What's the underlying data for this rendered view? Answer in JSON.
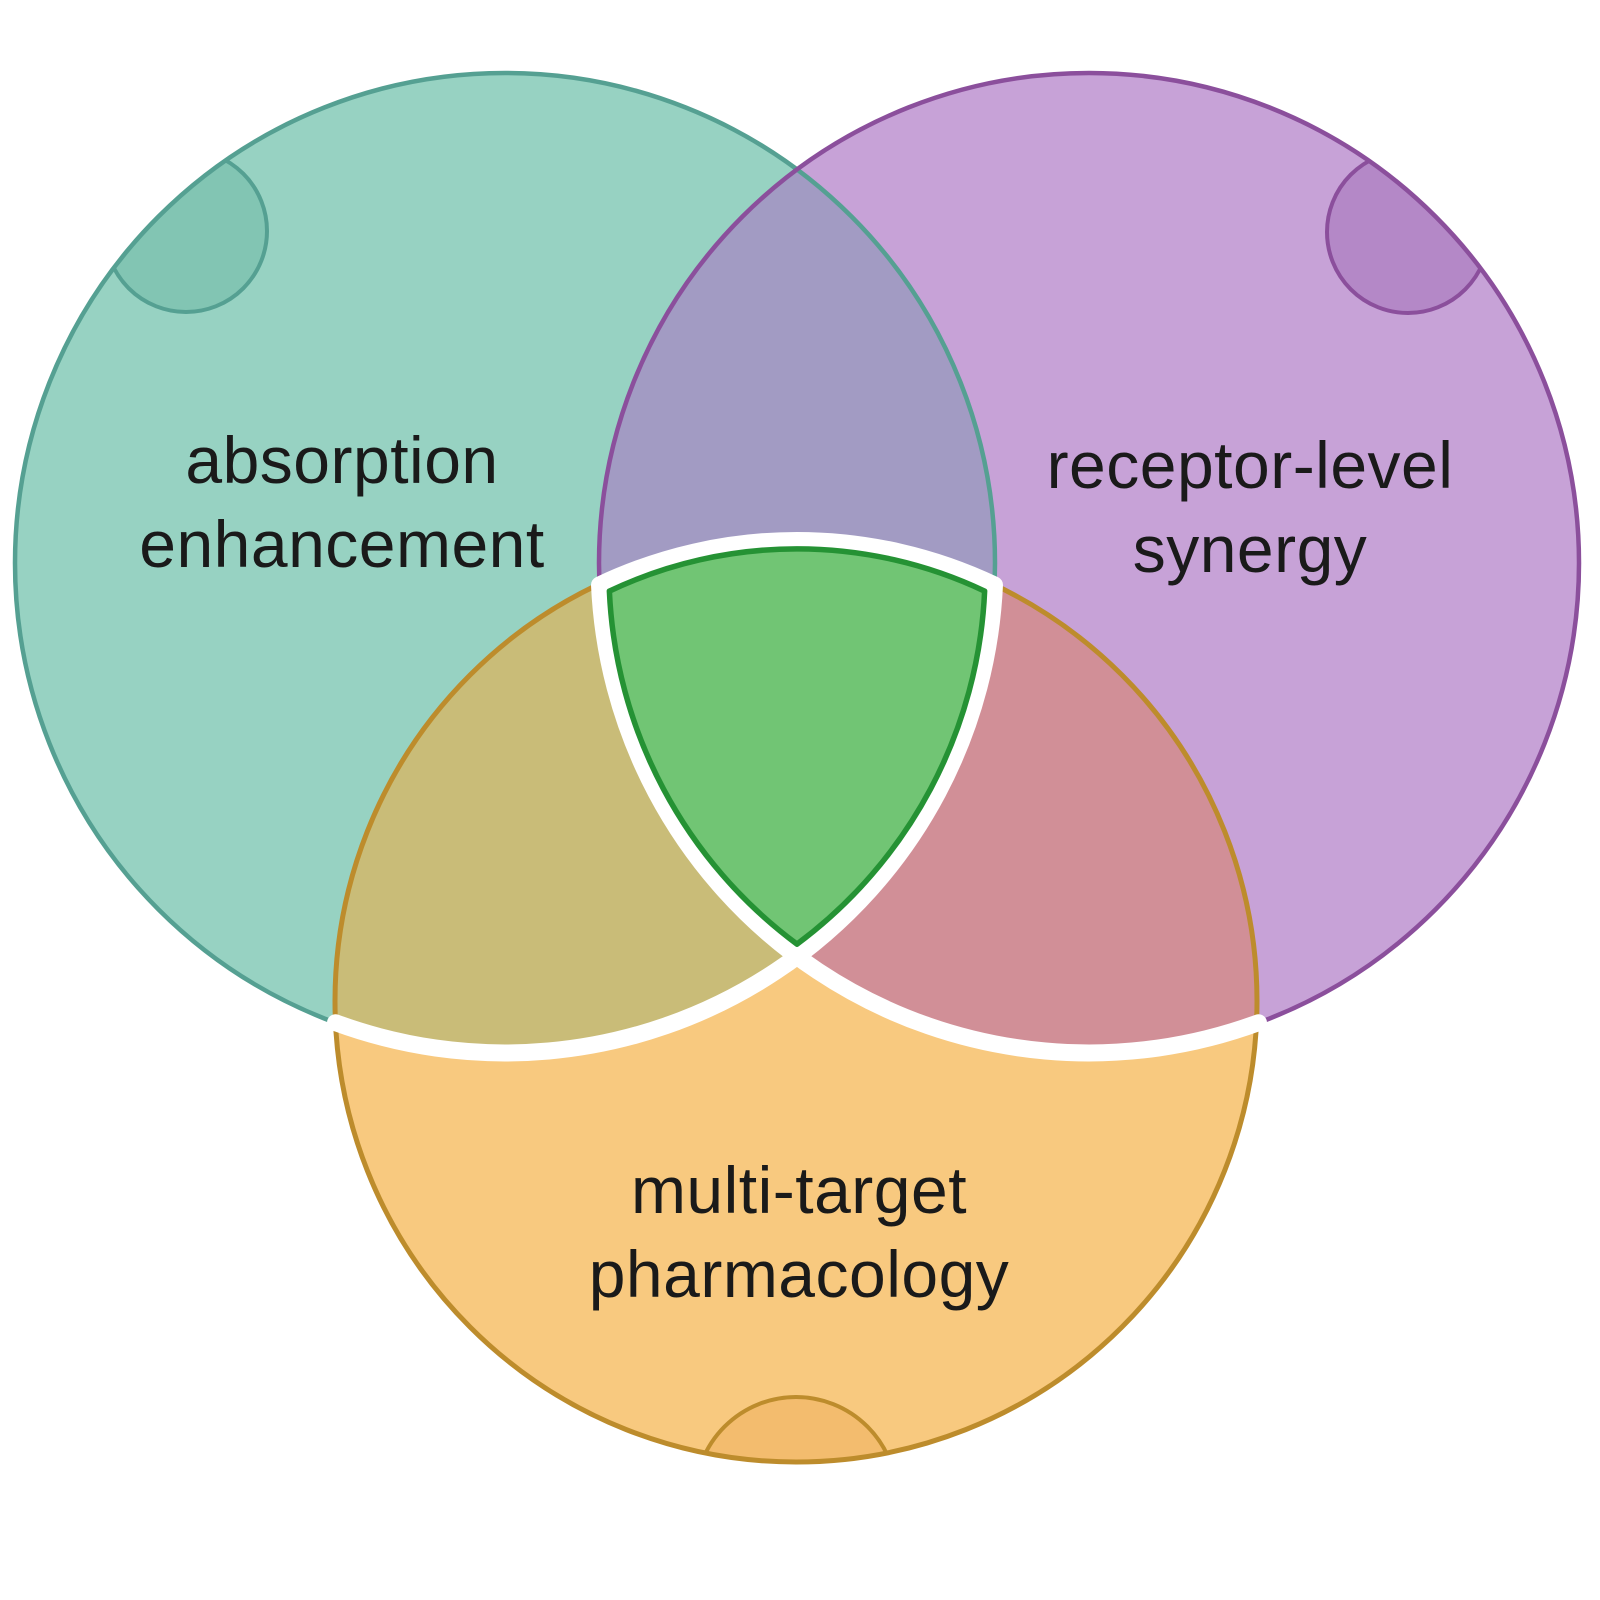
{
  "diagram": {
    "kind": "venn-3-circle",
    "background": "#ffffff",
    "text_color": "#1a1a1a",
    "sets": [
      {
        "id": "absorption-enhancement",
        "label": "absorption enhancement",
        "label_lines": [
          "absorption",
          "enhancement"
        ],
        "fill": "#97d2c2",
        "stroke": "#55a092",
        "accent_fill": "#82c5b3"
      },
      {
        "id": "receptor-level-synergy",
        "label": "receptor-level synergy",
        "label_lines": [
          "receptor-level",
          "synergy"
        ],
        "fill": "#c7a2d7",
        "stroke": "#8b4f9c",
        "accent_fill": "#b488c7"
      },
      {
        "id": "multi-target-pharmacology",
        "label": "multi-target pharmacology",
        "label_lines": [
          "multi-target",
          "pharmacology"
        ],
        "fill": "#f8c97f",
        "stroke": "#bd8c2c",
        "accent_fill": "#f3bc6e"
      }
    ],
    "overlaps": {
      "absorption_receptor": {
        "fill": "#a29bc3"
      },
      "absorption_multitarget": {
        "fill": "#c9bc78"
      },
      "receptor_multitarget": {
        "fill": "#d18f97"
      },
      "triple_center": {
        "fill": "#71c574",
        "stroke": "#259234",
        "outline": "#ffffff"
      }
    }
  }
}
